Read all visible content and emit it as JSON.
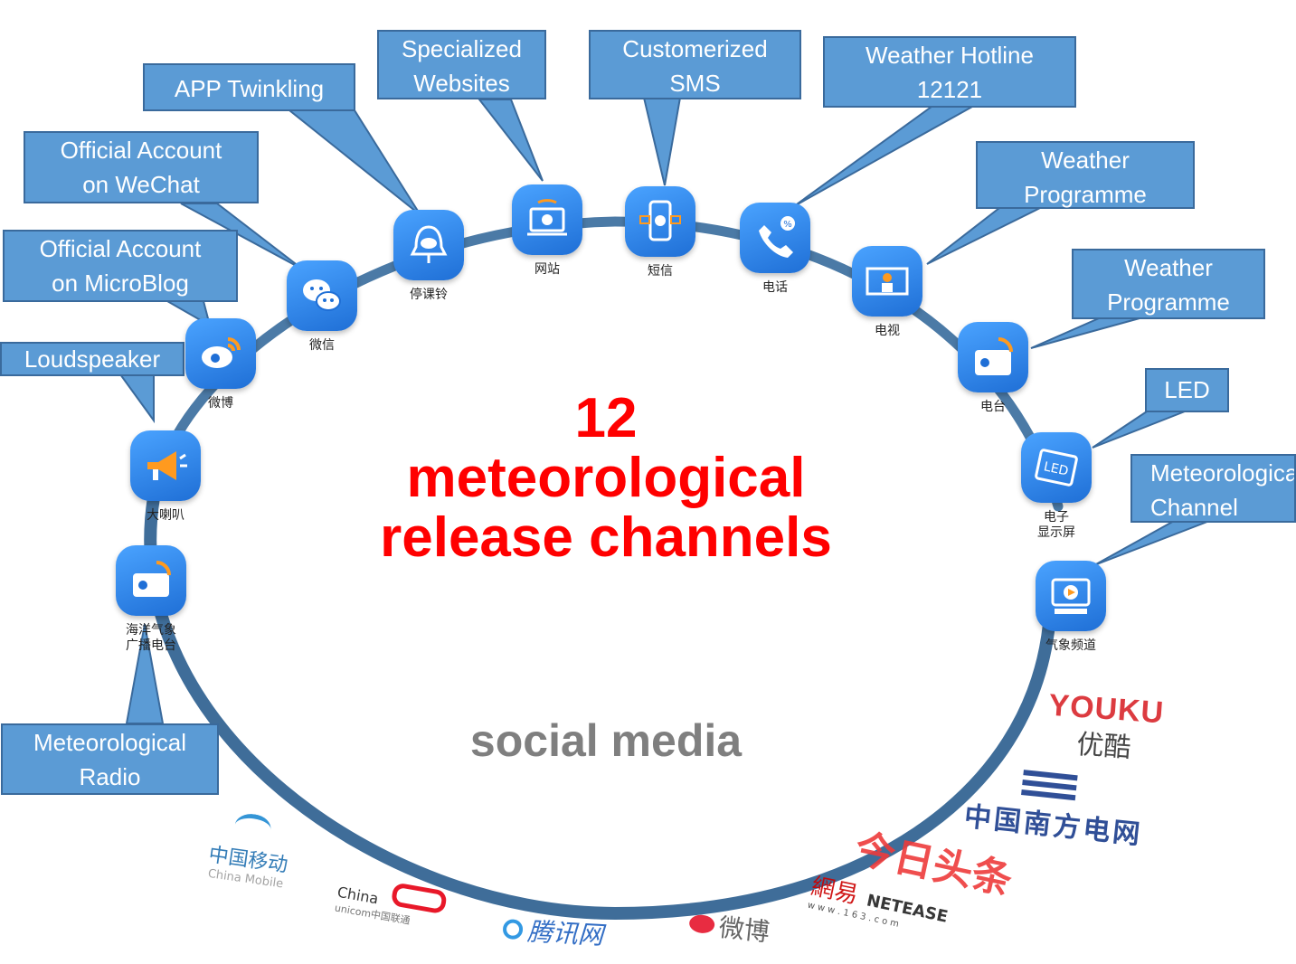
{
  "headline": {
    "number": "12",
    "line2": "meteorological",
    "line3": "release channels"
  },
  "social_label": "social media",
  "callouts": {
    "app": "APP Twinkling",
    "websites": "Specialized\nWebsites",
    "sms": "Customerized\nSMS",
    "hotline": "Weather Hotline\n12121",
    "tv": "Weather\nProgramme",
    "radio_station": "Weather\nProgramme",
    "wechat": "Official Account\non WeChat",
    "microblog": "Official Account\non MicroBlog",
    "loudspeaker": "Loudspeaker",
    "led": "LED",
    "channel": "Meteorological\nChannel",
    "marine_radio": "Meteorological\nRadio"
  },
  "nodes": {
    "microblog": "微博",
    "wechat": "微信",
    "app": "停课铃",
    "website": "网站",
    "sms": "短信",
    "phone": "电话",
    "tv": "电视",
    "radio": "电台",
    "led": "电子\n显示屏",
    "channel": "气象频道",
    "loudspeaker": "大喇叭",
    "marine": "海洋气象\n广播电台"
  },
  "logos": {
    "youku_en": "YOUKU",
    "youku_cn": "优酷",
    "csg_cn": "中国南方电网",
    "toutiao": "今日头条",
    "netease_cn": "網易",
    "netease_en": "NETEASE",
    "netease_url": "w w w . 1 6 3 . c o m",
    "weibo": "微博",
    "tencent": "腾讯网",
    "unicom_en": "China",
    "unicom_cn": "unicom中国联通",
    "cmcc_cn": "中国移动",
    "cmcc_en": "China Mobile"
  },
  "colors": {
    "callout_fill": "#5b9bd5",
    "ring": "#3f6d99",
    "headline": "#ff0000",
    "social": "#7f7f7f"
  }
}
